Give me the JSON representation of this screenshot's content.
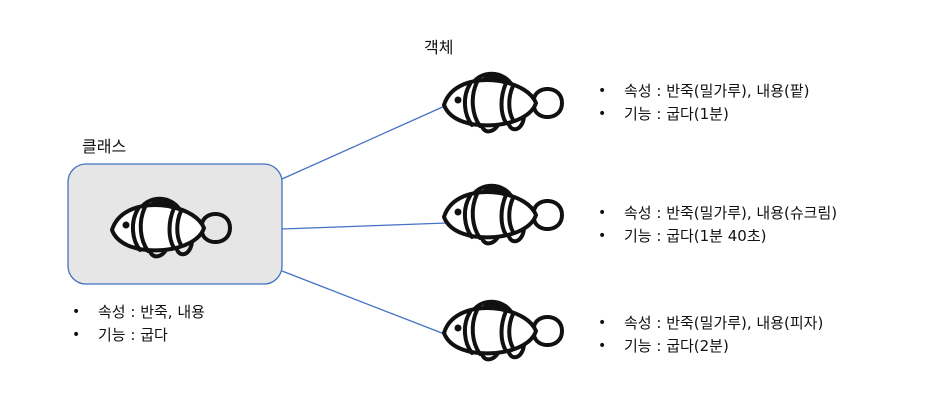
{
  "titles": {
    "objects": "객체",
    "class": "클래스"
  },
  "class": {
    "attributes": "속성 : 반죽, 내용",
    "methods": "기능 : 굽다"
  },
  "objects": [
    {
      "attributes": "속성 : 반죽(밀가루), 내용(팥)",
      "methods": "기능 : 굽다(1분)"
    },
    {
      "attributes": "속성 : 반죽(밀가루), 내용(슈크림)",
      "methods": "기능 : 굽다(1분 40초)"
    },
    {
      "attributes": "속성 : 반죽(밀가루), 내용(피자)",
      "methods": "기능 : 굽다(2분)"
    }
  ],
  "bullet_symbol": "•",
  "colors": {
    "class_box_fill": "#e6e6e6",
    "class_box_border": "#4472c4",
    "connector": "#4472c4",
    "fish_outline": "#111111"
  },
  "icons": [
    "fish-icon"
  ]
}
